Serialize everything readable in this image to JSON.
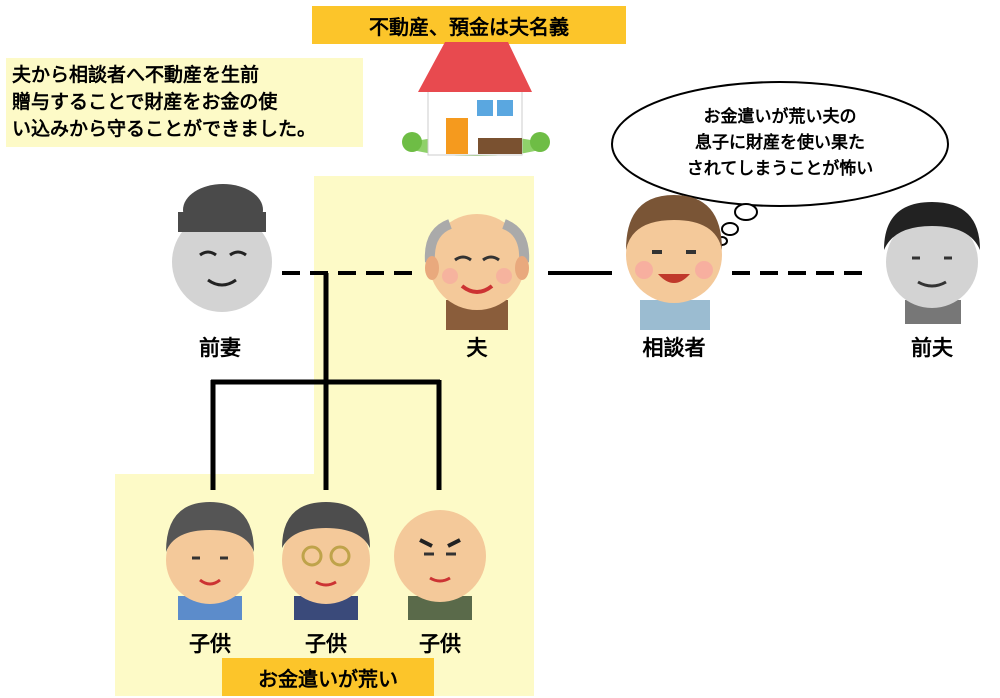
{
  "title_box": "不動産、預金は夫名義",
  "note": [
    "夫から相談者へ不動産を生前",
    "贈与することで財産をお金の使",
    "い込みから守ることができました。"
  ],
  "thought": [
    "お金遣いが荒い夫の",
    "息子に財産を使い果た",
    "されてしまうことが怖い"
  ],
  "people": {
    "ex_wife": "前妻",
    "husband": "夫",
    "client": "相談者",
    "ex_husband": "前夫",
    "child1": "子供",
    "child2": "子供",
    "child3": "子供"
  },
  "bottom_box": "お金遣いが荒い",
  "colors": {
    "highlight": "#fdfac7",
    "label": "#fcc52a",
    "house_roof": "#e84a4f"
  }
}
